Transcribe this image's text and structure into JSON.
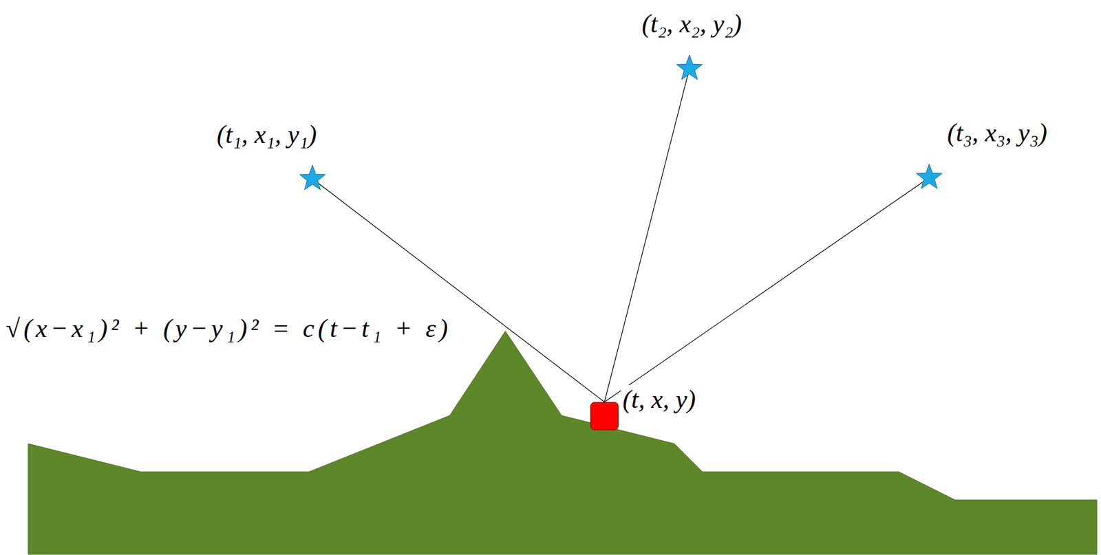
{
  "diagram": {
    "nodes": [
      {
        "text": [
          "(t₁, x₁, y₁)"
        ]
      },
      {
        "text": [
          "(t₂, x₂, y₂)"
        ]
      },
      {
        "text": [
          "(t₃, x₃, y₃)"
        ]
      },
      {
        "text": [
          "(t, x, y)"
        ]
      }
    ],
    "edges": [
      {
        "from": 0,
        "to": 3,
        "arrow": "none"
      },
      {
        "from": 1,
        "to": 3,
        "arrow": "none"
      },
      {
        "from": 2,
        "to": 3,
        "arrow": "none"
      }
    ],
    "labels": [
      "√(x−x₁)² + (y−y₁)² = c(t−t₁ + ε)"
    ]
  }
}
